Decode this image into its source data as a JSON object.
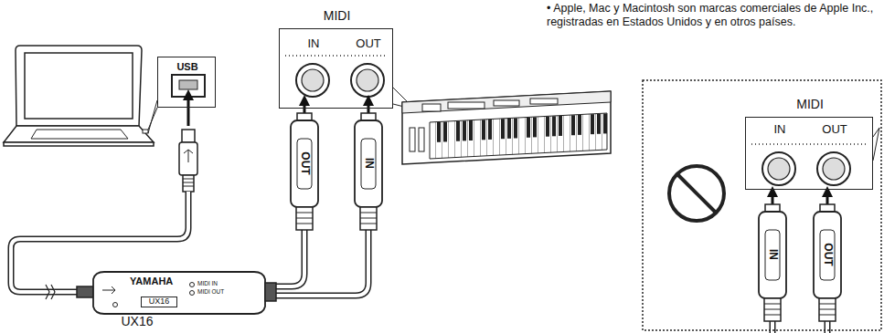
{
  "diagram": {
    "nodes": [
      {
        "text": [
          "USB"
        ]
      },
      {
        "text": [
          "MIDI",
          "IN",
          "OUT"
        ]
      },
      {
        "text": [
          "YAMAHA",
          "MIDI IN",
          "MIDI OUT",
          "UX16",
          "UX16"
        ]
      },
      {
        "text": [
          "MIDI",
          "IN",
          "OUT"
        ]
      }
    ],
    "labels": [
      "• Apple, Mac y Macintosh son marcas comerciales de Apple Inc., registradas en Estados Unidos y en otros países.",
      "OUT",
      "IN",
      "IN",
      "OUT"
    ]
  }
}
